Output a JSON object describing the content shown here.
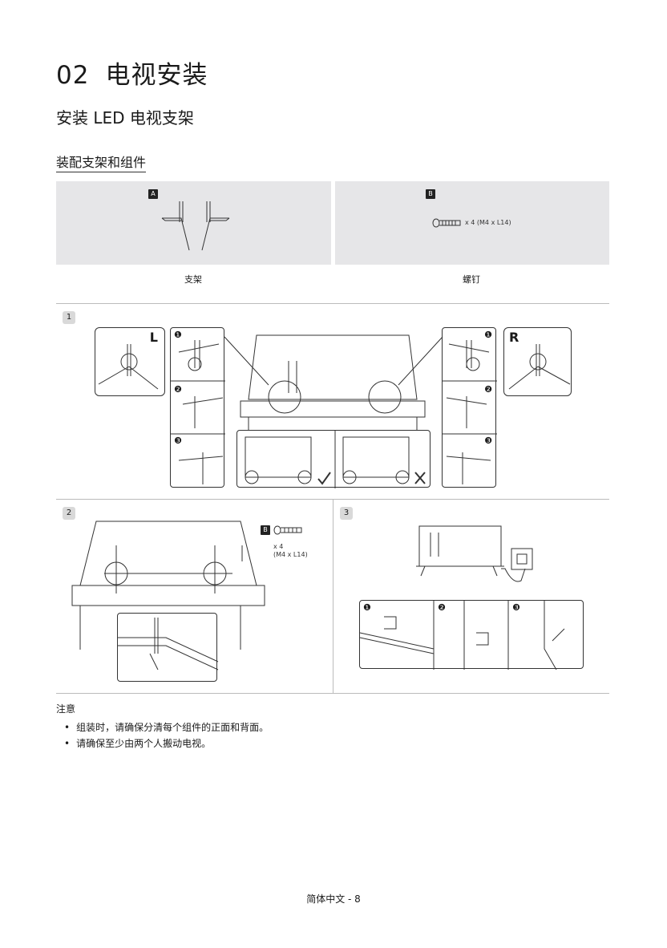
{
  "header": {
    "number": "02",
    "title": "电视安装"
  },
  "section": {
    "title": "安装 LED 电视支架"
  },
  "subsection": {
    "title": "装配支架和组件"
  },
  "parts": [
    {
      "badge": "A",
      "label": "支架"
    },
    {
      "badge": "B",
      "label": "螺钉",
      "spec": "x 4 (M4 x L14)"
    }
  ],
  "steps": [
    {
      "number": "1",
      "left_label": "L",
      "right_label": "R",
      "sub": [
        "❶",
        "❷",
        "❸"
      ]
    },
    {
      "number": "2",
      "badge": "B",
      "qty": "x 4",
      "spec": "(M4 x L14)"
    },
    {
      "number": "3",
      "sub": [
        "❶",
        "❷",
        "❸"
      ]
    }
  ],
  "notes": {
    "title": "注意",
    "items": [
      "组装时，请确保分清每个组件的正面和背面。",
      "请确保至少由两个人搬动电视。"
    ]
  },
  "footer": {
    "page": "简体中文 - 8"
  }
}
